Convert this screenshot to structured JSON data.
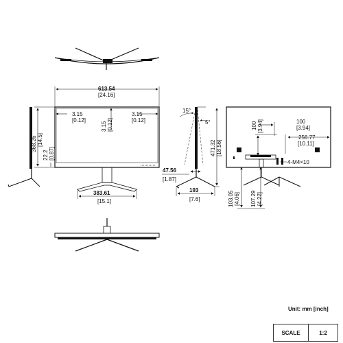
{
  "front": {
    "width_mm": "613.54",
    "width_in": "[24.16]",
    "border_left_mm": "3.15",
    "border_left_in": "[0.12]",
    "border_right_mm": "3.15",
    "border_right_in": "[0.12]",
    "border_top_mm": "3.15",
    "border_top_in": "[0.12]",
    "border_bottom_mm": "22.2",
    "border_bottom_in": "[0.87]",
    "height_mm": "368.26",
    "height_in": "[14.5]",
    "base_width_mm": "383.61",
    "base_width_in": "[15.1]"
  },
  "side": {
    "tilt_back": "15°",
    "tilt_forward": "5°",
    "total_height_mm": "471.32",
    "total_height_in": "[18.56]",
    "panel_depth_mm": "47.56",
    "panel_depth_in": "[1.87]",
    "base_depth_mm": "193",
    "base_depth_in": "[7.6]"
  },
  "rear": {
    "vesa_v_mm": "100",
    "vesa_v_in": "[3.94]",
    "vesa_h_mm": "100",
    "vesa_h_in": "[3.94]",
    "offset_mm": "256.77",
    "offset_in": "[10.11]",
    "screw_note": "4-M4×10",
    "lower_a_mm": "103.05",
    "lower_a_in": "[4.06]",
    "lower_b_mm": "107.29",
    "lower_b_in": "[4.22]"
  },
  "footer": {
    "unit_note": "Unit: mm [inch]",
    "scale_label": "SCALE",
    "scale_value": "1:2"
  }
}
